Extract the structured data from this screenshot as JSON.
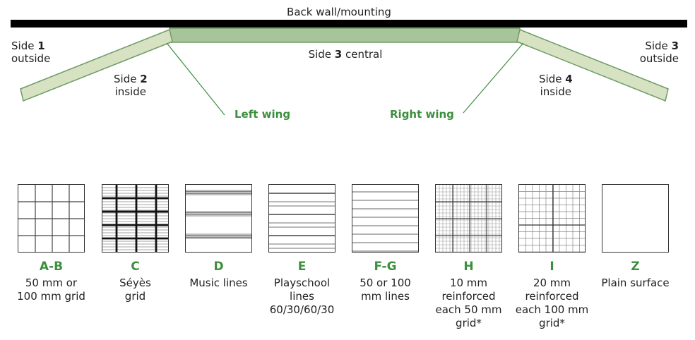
{
  "diagram": {
    "back_wall": "Back wall/mounting",
    "side1": {
      "pre": "Side ",
      "num": "1",
      "line2": "outside"
    },
    "side2": {
      "pre": "Side ",
      "num": "2",
      "line2": "inside"
    },
    "side3_central": {
      "pre": "Side ",
      "num": "3",
      "post": " central"
    },
    "side3_outside": {
      "pre": "Side ",
      "num": "3",
      "line2": "outside"
    },
    "side4": {
      "pre": "Side ",
      "num": "4",
      "line2": "inside"
    },
    "left_wing": "Left wing",
    "right_wing": "Right wing"
  },
  "colors": {
    "panel_fill": "#d6e2c2",
    "central_fill": "#a8c49b",
    "accent_green": "#3c8f3e",
    "wall": "#000000"
  },
  "surfaces": [
    {
      "code": "A-B",
      "lines": [
        "50 mm or",
        "100 mm grid"
      ],
      "pattern": "grid"
    },
    {
      "code": "C",
      "lines": [
        "Séyès",
        "grid"
      ],
      "pattern": "seyes"
    },
    {
      "code": "D",
      "lines": [
        "Music lines"
      ],
      "pattern": "music"
    },
    {
      "code": "E",
      "lines": [
        "Playschool",
        "lines",
        "60/30/60/30"
      ],
      "pattern": "playschool"
    },
    {
      "code": "F-G",
      "lines": [
        "50 or 100",
        "mm lines"
      ],
      "pattern": "lines"
    },
    {
      "code": "H",
      "lines": [
        "10 mm",
        "reinforced",
        "each 50 mm",
        "grid*"
      ],
      "pattern": "grid10"
    },
    {
      "code": "I",
      "lines": [
        "20 mm",
        "reinforced",
        "each 100 mm",
        "grid*"
      ],
      "pattern": "grid20"
    },
    {
      "code": "Z",
      "lines": [
        "Plain surface"
      ],
      "pattern": "plain"
    }
  ]
}
